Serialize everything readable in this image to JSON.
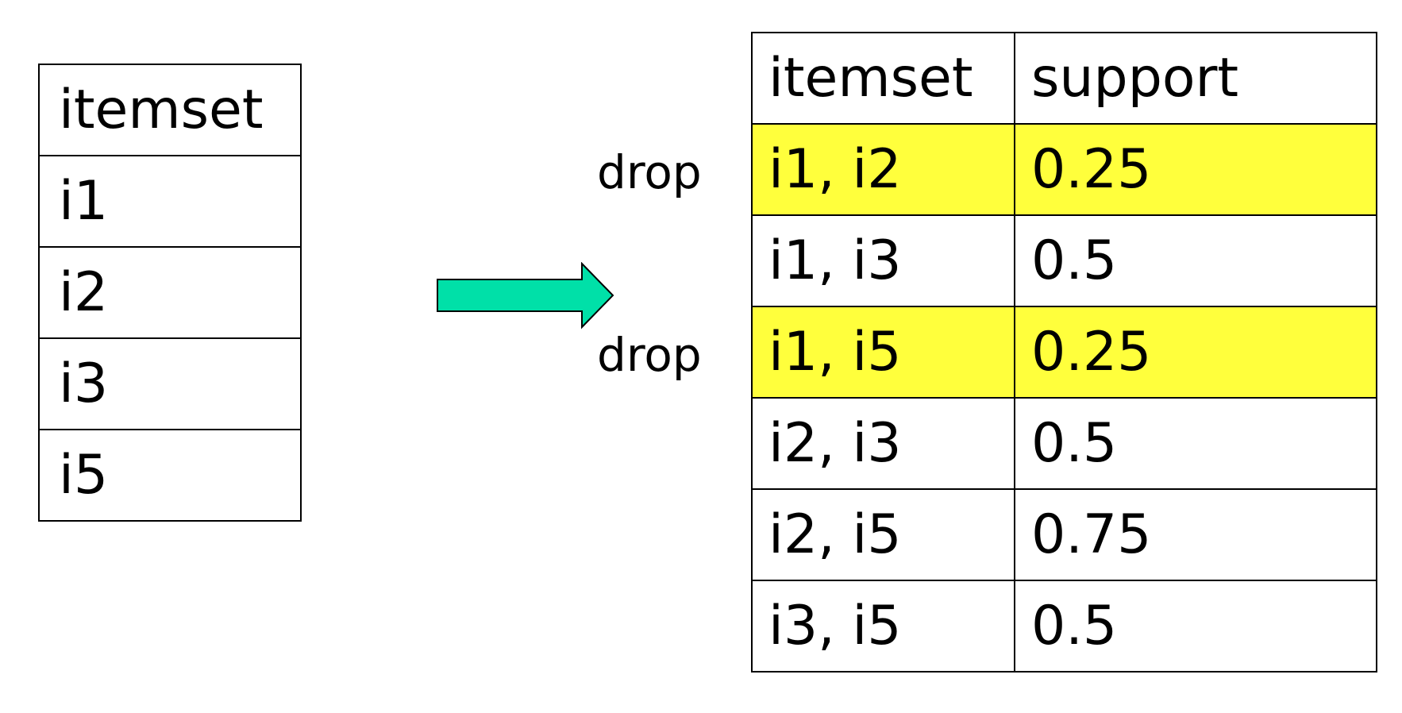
{
  "colors": {
    "highlight": "#ffff3c",
    "arrow_fill": "#00e0a8",
    "border": "#000000",
    "text": "#000000"
  },
  "left_table": {
    "header": "itemset",
    "rows": [
      "i1",
      "i2",
      "i3",
      "i5"
    ]
  },
  "arrow": {
    "icon": "right-arrow-icon",
    "direction": "right"
  },
  "right_table": {
    "headers": [
      "itemset",
      "support"
    ],
    "rows": [
      {
        "itemset": "i1, i2",
        "support": "0.25",
        "dropped": true
      },
      {
        "itemset": "i1, i3",
        "support": "0.5",
        "dropped": false
      },
      {
        "itemset": "i1, i5",
        "support": "0.25",
        "dropped": true
      },
      {
        "itemset": "i2, i3",
        "support": "0.5",
        "dropped": false
      },
      {
        "itemset": "i2, i5",
        "support": "0.75",
        "dropped": false
      },
      {
        "itemset": "i3, i5",
        "support": "0.5",
        "dropped": false
      }
    ]
  },
  "annotations": {
    "drop_labels": [
      "drop",
      "drop"
    ]
  }
}
